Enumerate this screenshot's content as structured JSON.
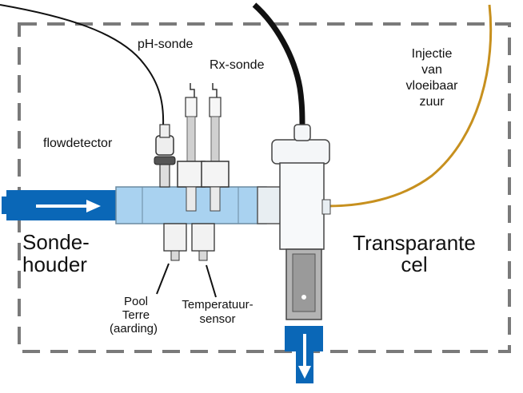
{
  "labels": {
    "ph_sonde": "pH-sonde",
    "rx_sonde": "Rx-sonde",
    "flowdetector": "flowdetector",
    "injectie_1": "Injectie",
    "injectie_2": "van",
    "injectie_3": "vloeibaar",
    "injectie_4": "zuur",
    "sondehouder_1": "Sonde-",
    "sondehouder_2": "houder",
    "transparante_1": "Transparante",
    "transparante_2": "cel",
    "pool_1": "Pool",
    "pool_2": "Terre",
    "pool_3": "(aarding)",
    "temp_1": "Temperatuur-",
    "temp_2": "sensor"
  },
  "colors": {
    "pipe_blue": "#0a67b7",
    "clear_cell": "#a9d2f0",
    "acid_line": "#c7901e",
    "dashed_border": "#7a7a7a",
    "cable_black": "#111111"
  },
  "icons": {
    "flow_arrow_in": "arrow-right-icon",
    "flow_arrow_out": "arrow-down-icon"
  }
}
